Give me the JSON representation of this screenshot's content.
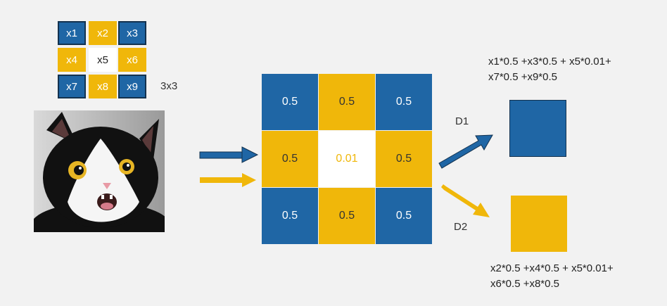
{
  "small_grid": {
    "cells": [
      "x1",
      "x2",
      "x3",
      "x4",
      "x5",
      "x6",
      "x7",
      "x8",
      "x9"
    ],
    "size_label": "3x3"
  },
  "big_grid": {
    "values": [
      "0.5",
      "0.5",
      "0.5",
      "0.5",
      "0.01",
      "0.5",
      "0.5",
      "0.5",
      "0.5"
    ]
  },
  "d1": {
    "label": "D1",
    "formula_line1": "x1*0.5 +x3*0.5 + x5*0.01+",
    "formula_line2": "x7*0.5 +x9*0.5"
  },
  "d2": {
    "label": "D2",
    "formula_line1": "x2*0.5 +x4*0.5 + x5*0.01+",
    "formula_line2": "x6*0.5 +x8*0.5"
  },
  "colors": {
    "blue": "#1f66a5",
    "yellow": "#f0b70a",
    "background": "#f2f2f2"
  }
}
